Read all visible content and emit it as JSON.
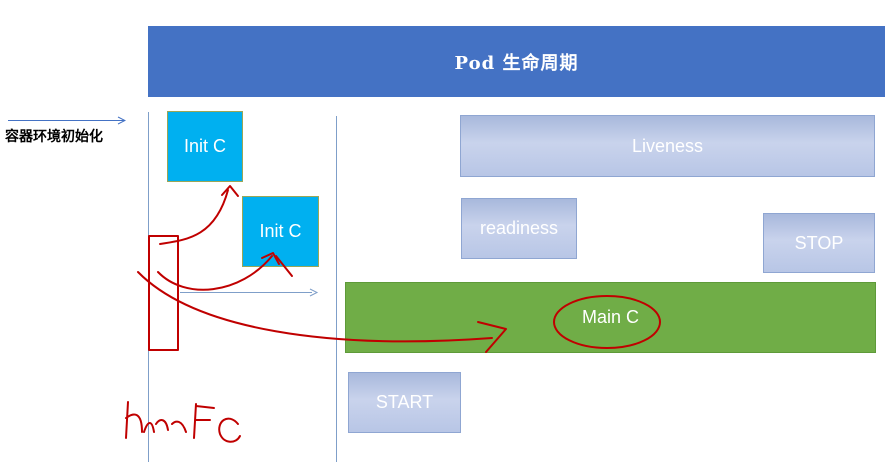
{
  "banner": {
    "title": "Pod   生命周期"
  },
  "side_label": "容器环境初始化",
  "init_boxes": {
    "first": "Init C",
    "second": "Init C"
  },
  "liveness_label": "Liveness",
  "readiness_label": "readiness",
  "stop_label": "STOP",
  "main_label": "Main C",
  "start_label": "START",
  "colors": {
    "banner": "#4472c4",
    "init": "#00b0f0",
    "main": "#70ad47",
    "probe": "#b4c3e6",
    "annotation": "#c00000"
  }
}
